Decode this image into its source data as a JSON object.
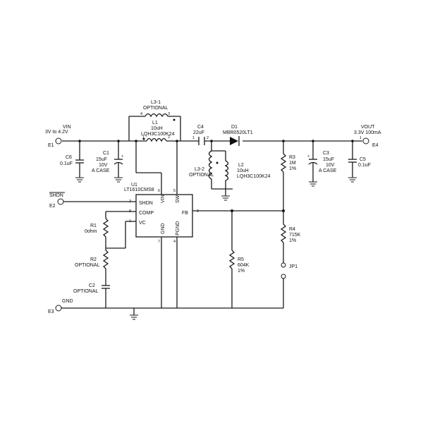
{
  "nets": {
    "vin_label": "VIN",
    "vin_range": "3V to 4.2V",
    "vout_label": "VOUT",
    "vout_spec": "3.3V 100mA",
    "shdn_label": "SHDN",
    "gnd_label": "GND"
  },
  "terminals": {
    "e1": "E1",
    "e2": "E2",
    "e3": "E3",
    "e4": "E4"
  },
  "ic": {
    "ref": "U1",
    "part": "LT1610CMS8",
    "pins": {
      "shdn": "SHDN",
      "comp": "COMP",
      "vc": "VC",
      "fb": "FB",
      "vin": "VIN",
      "sw": "SW",
      "gnd": "GND",
      "pgnd": "PGND"
    },
    "pin_numbers": {
      "shdn": "3",
      "comp": "8",
      "vc": "1",
      "fb": "2",
      "vin": "6",
      "sw": "5",
      "gnd": "7",
      "pgnd": "4"
    }
  },
  "components": {
    "l3_1": {
      "ref": "L3-1",
      "note": "OPTIONAL"
    },
    "l1": {
      "ref": "L1",
      "value": "10uH",
      "part": "LQH3C100K24"
    },
    "c4": {
      "ref": "C4",
      "value": "22uF"
    },
    "d1": {
      "ref": "D1",
      "part": "MBR0520LT1"
    },
    "l2": {
      "ref": "L2",
      "value": "10uH",
      "part": "LQH3C100K24"
    },
    "l3_2": {
      "ref": "L3-2",
      "note": "OPTIONAL"
    },
    "c6": {
      "ref": "C6",
      "value": "0.1uF"
    },
    "c1": {
      "ref": "C1",
      "value": "15uF",
      "voltage": "10V",
      "case": "A CASE"
    },
    "r3": {
      "ref": "R3",
      "value": "1M",
      "tol": "1%"
    },
    "c3": {
      "ref": "C3",
      "value": "15uF",
      "voltage": "10V",
      "case": "A CASE"
    },
    "c5": {
      "ref": "C5",
      "value": "0.1uF"
    },
    "r1": {
      "ref": "R1",
      "value": "0ohm"
    },
    "r2": {
      "ref": "R2",
      "note": "OPTIONAL"
    },
    "c2": {
      "ref": "C2",
      "note": "OPTIONAL"
    },
    "r4": {
      "ref": "R4",
      "value": "715K",
      "tol": "1%"
    },
    "r5": {
      "ref": "R5",
      "value": "604K",
      "tol": "1%"
    },
    "jp1": {
      "ref": "JP1"
    }
  },
  "pin_marks": {
    "one": "1",
    "two": "2",
    "three": "3",
    "four": "4"
  }
}
